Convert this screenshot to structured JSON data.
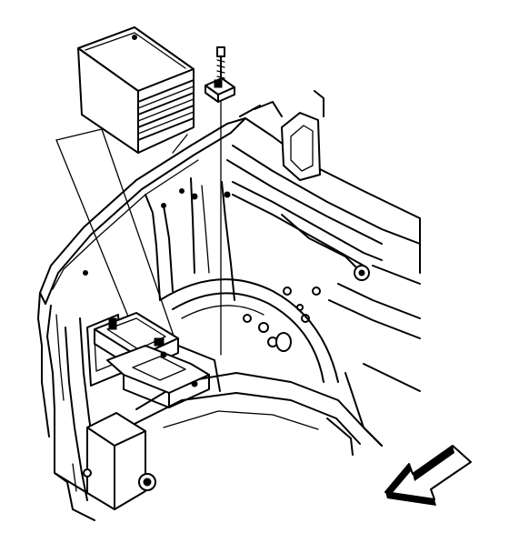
{
  "figure": {
    "type": "exploded-parts-illustration",
    "components": [
      {
        "id": "battery",
        "icon": "battery-box-icon"
      },
      {
        "id": "hold-down-bolt",
        "icon": "bolt-icon"
      },
      {
        "id": "retainer-clamp",
        "icon": "clamp-icon"
      },
      {
        "id": "battery-tray",
        "icon": "tray-icon"
      },
      {
        "id": "fender-wheelhouse-panel",
        "icon": "panel-icon"
      },
      {
        "id": "front-direction-arrow",
        "icon": "arrow-icon"
      }
    ],
    "colors": {
      "line": "#000000",
      "background": "#ffffff"
    }
  }
}
